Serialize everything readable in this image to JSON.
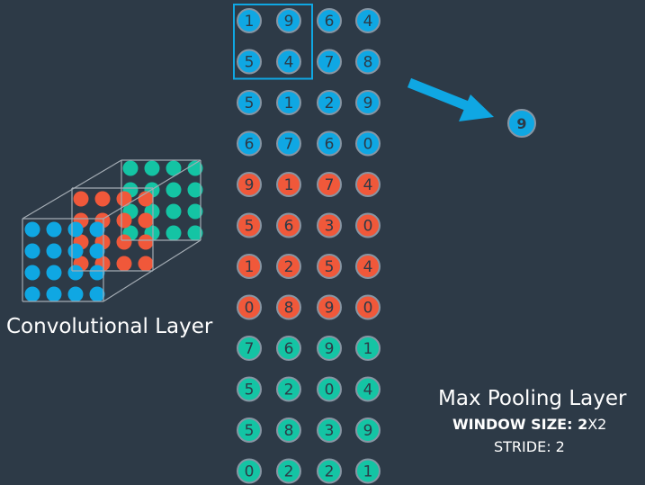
{
  "colors": {
    "background": "#2d3a47",
    "blue": "#0fa7e3",
    "orange": "#f0583a",
    "teal": "#14c4a4",
    "circle_stroke": "#8795a3",
    "cube_line": "#a4acb4",
    "digit": "#2d3a47",
    "arrow": "#0fa7e3",
    "window": "#0fa7e3",
    "label": "#ffffff"
  },
  "conv_label": "Convolutional Layer",
  "pool_label": {
    "title": "Max Pooling Layer",
    "window_key": "WINDOW SIZE: ",
    "window_bold": "2",
    "window_rest": "X2",
    "stride": "STRIDE: 2"
  },
  "grid": {
    "rows": [
      {
        "color": "blue",
        "values": [
          1,
          9,
          6,
          4
        ]
      },
      {
        "color": "blue",
        "values": [
          5,
          4,
          7,
          8
        ]
      },
      {
        "color": "blue",
        "values": [
          5,
          1,
          2,
          9
        ]
      },
      {
        "color": "blue",
        "values": [
          6,
          7,
          6,
          0
        ]
      },
      {
        "color": "orange",
        "values": [
          9,
          1,
          7,
          4
        ]
      },
      {
        "color": "orange",
        "values": [
          5,
          6,
          3,
          0
        ]
      },
      {
        "color": "orange",
        "values": [
          1,
          2,
          5,
          4
        ]
      },
      {
        "color": "orange",
        "values": [
          0,
          8,
          9,
          0
        ]
      },
      {
        "color": "teal",
        "values": [
          7,
          6,
          9,
          1
        ]
      },
      {
        "color": "teal",
        "values": [
          5,
          2,
          0,
          4
        ]
      },
      {
        "color": "teal",
        "values": [
          5,
          8,
          3,
          9
        ]
      },
      {
        "color": "teal",
        "values": [
          0,
          2,
          2,
          1
        ]
      }
    ]
  },
  "pooled": {
    "value": "9",
    "color": "blue"
  },
  "highlight_window": {
    "row_start": 0,
    "col_start": 0,
    "size": 2
  }
}
